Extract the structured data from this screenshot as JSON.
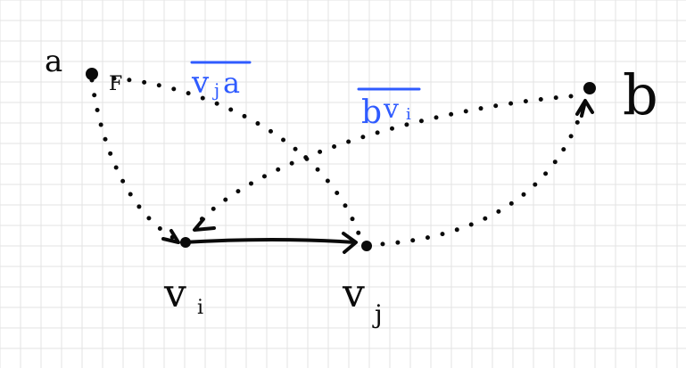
{
  "colors": {
    "ink": "#0a0a0a",
    "blue": "#2f5bff",
    "grid": "#e3e3e3",
    "paper": "#ffffff"
  },
  "labels": {
    "a": "a",
    "b": "b",
    "vi_main": "v",
    "vi_sub": "i",
    "vj_main": "v",
    "vj_sub": "j",
    "f": "F"
  },
  "blue_labels": {
    "vja_main": "v",
    "vja_sub": "j",
    "vja_tail": "a",
    "bvi_head": "b",
    "bvi_main": "v",
    "bvi_sub": "i"
  },
  "nodes": [
    "a",
    "v_i",
    "v_j",
    "b"
  ],
  "edges": [
    {
      "from": "v_i",
      "to": "v_j",
      "style": "solid",
      "directed": true
    },
    {
      "from": "a",
      "to": "v_i",
      "style": "dotted",
      "directed": true
    },
    {
      "from": "v_j",
      "to": "b",
      "style": "dotted",
      "directed": true
    },
    {
      "from": "a",
      "to": "v_j",
      "style": "dotted",
      "directed": true,
      "label": "v_j a"
    },
    {
      "from": "b",
      "to": "v_i",
      "style": "dotted",
      "directed": true,
      "label": "b v_i"
    }
  ]
}
